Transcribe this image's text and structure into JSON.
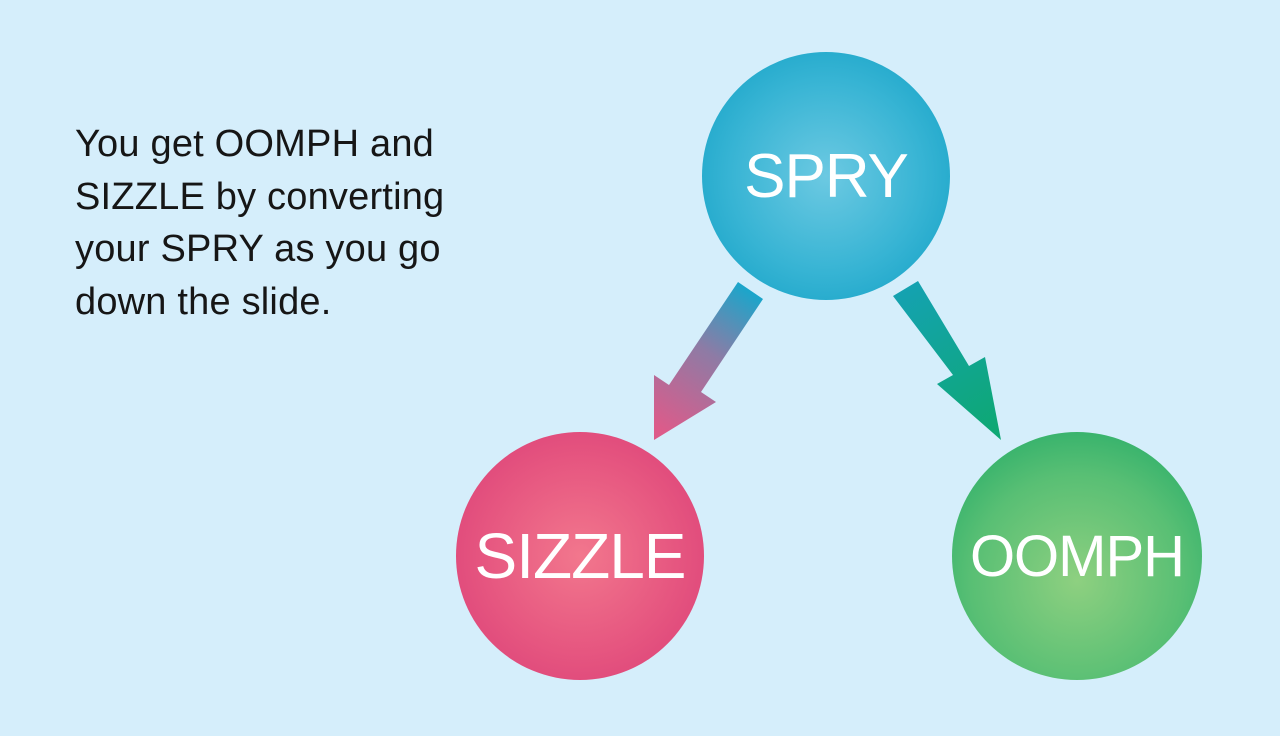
{
  "caption": {
    "text": "You get OOMPH and\nSIZZLE by converting\nyour SPRY as you go\ndown the slide."
  },
  "nodes": {
    "spry": {
      "label": "SPRY"
    },
    "sizzle": {
      "label": "SIZZLE"
    },
    "oomph": {
      "label": "OOMPH"
    }
  },
  "colors": {
    "background": "#d5eefb",
    "spry": "#1aa6cb",
    "sizzle": "#e14a7c",
    "oomph": "#1eaa68",
    "arrow_left_top": "#1aa6cb",
    "arrow_left_bottom": "#dd5b8a",
    "arrow_right": "#109e82"
  }
}
